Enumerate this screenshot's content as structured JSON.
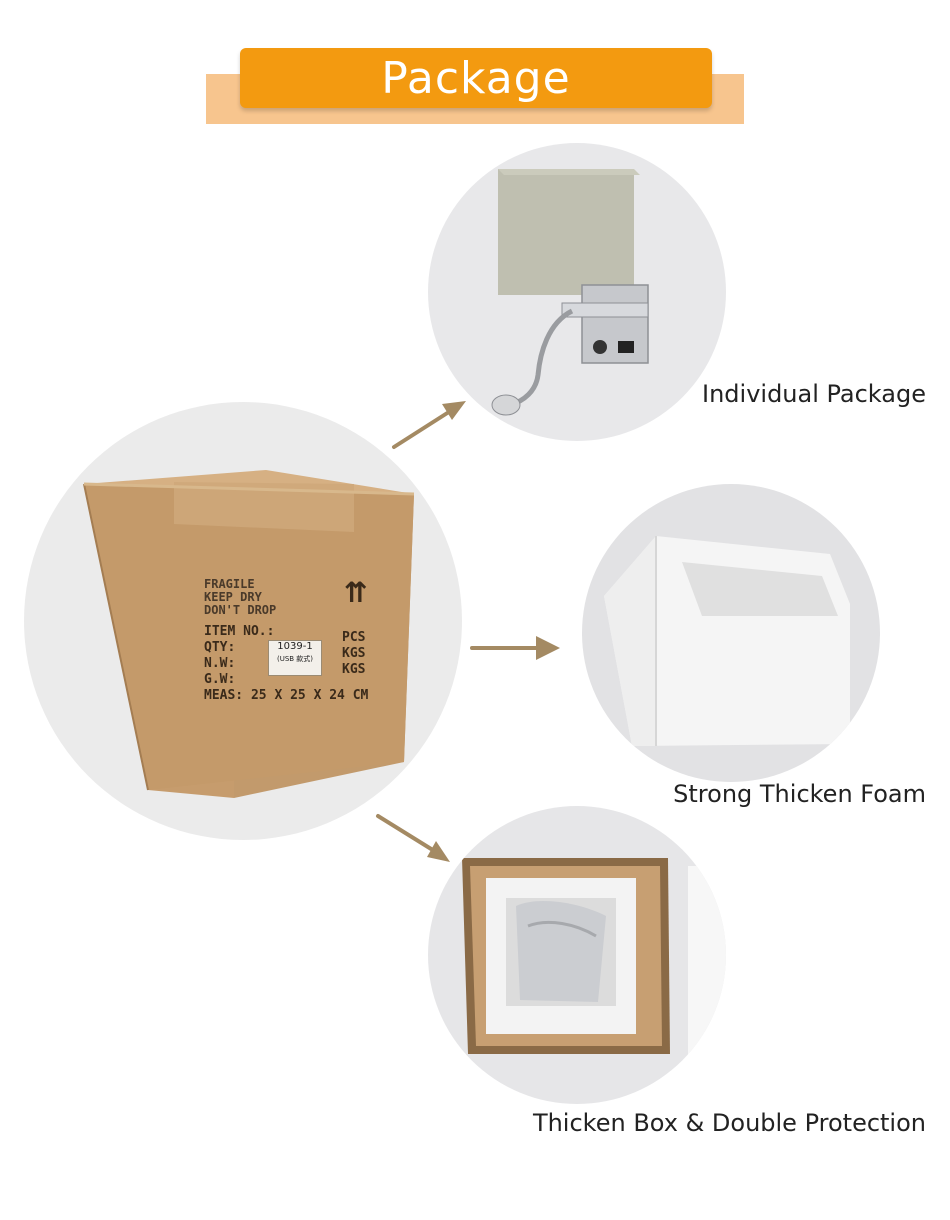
{
  "header": {
    "title": "Package"
  },
  "main_box": {
    "label_fragile": "FRAGILE",
    "label_keep_dry": "KEEP DRY",
    "label_dont_drop": "DON'T DROP",
    "item_no_label": "ITEM NO.:",
    "qty_label": "QTY:",
    "nw_label": "N.W:",
    "gw_label": "G.W:",
    "meas_label": "MEAS: 25 X 25 X 24 CM",
    "sticker_code": "1039-1",
    "sticker_sub": "(USB 款式)",
    "pcs_label": "PCS",
    "kgs_label_1": "KGS",
    "kgs_label_2": "KGS"
  },
  "items": [
    {
      "caption": "Individual Package"
    },
    {
      "caption": "Strong Thicken Foam"
    },
    {
      "caption": "Thicken Box & Double Protection"
    }
  ],
  "colors": {
    "accent": "#f39a10",
    "accent_light": "#f7c58e",
    "arrow": "#a48a63",
    "cardboard": "#c69c6d"
  }
}
